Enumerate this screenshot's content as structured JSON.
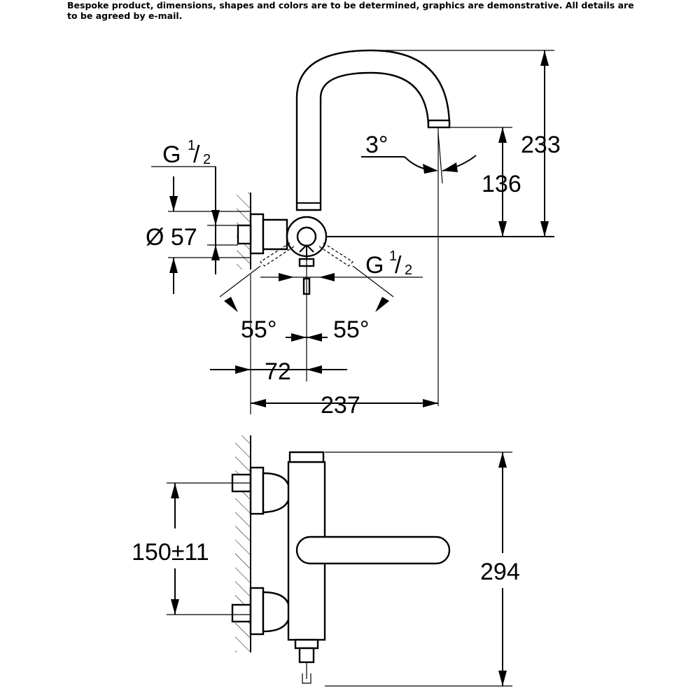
{
  "note": "Bespoke product, dimensions, shapes and colors are to be determined, graphics are demonstrative. All details are to be agreed by e-mail.",
  "dimensions": {
    "height_total": "233",
    "height_spout": "136",
    "spout_angle": "3°",
    "thread_top_g": "G",
    "thread_top_num": "1",
    "thread_top_den": "2",
    "thread_side_g": "G",
    "thread_side_num": "1",
    "thread_side_den": "2",
    "diameter": "Ø 57",
    "angle_left": "55°",
    "angle_right": "55°",
    "offset": "72",
    "projection": "237",
    "centers": "150±11",
    "body_height": "294"
  }
}
